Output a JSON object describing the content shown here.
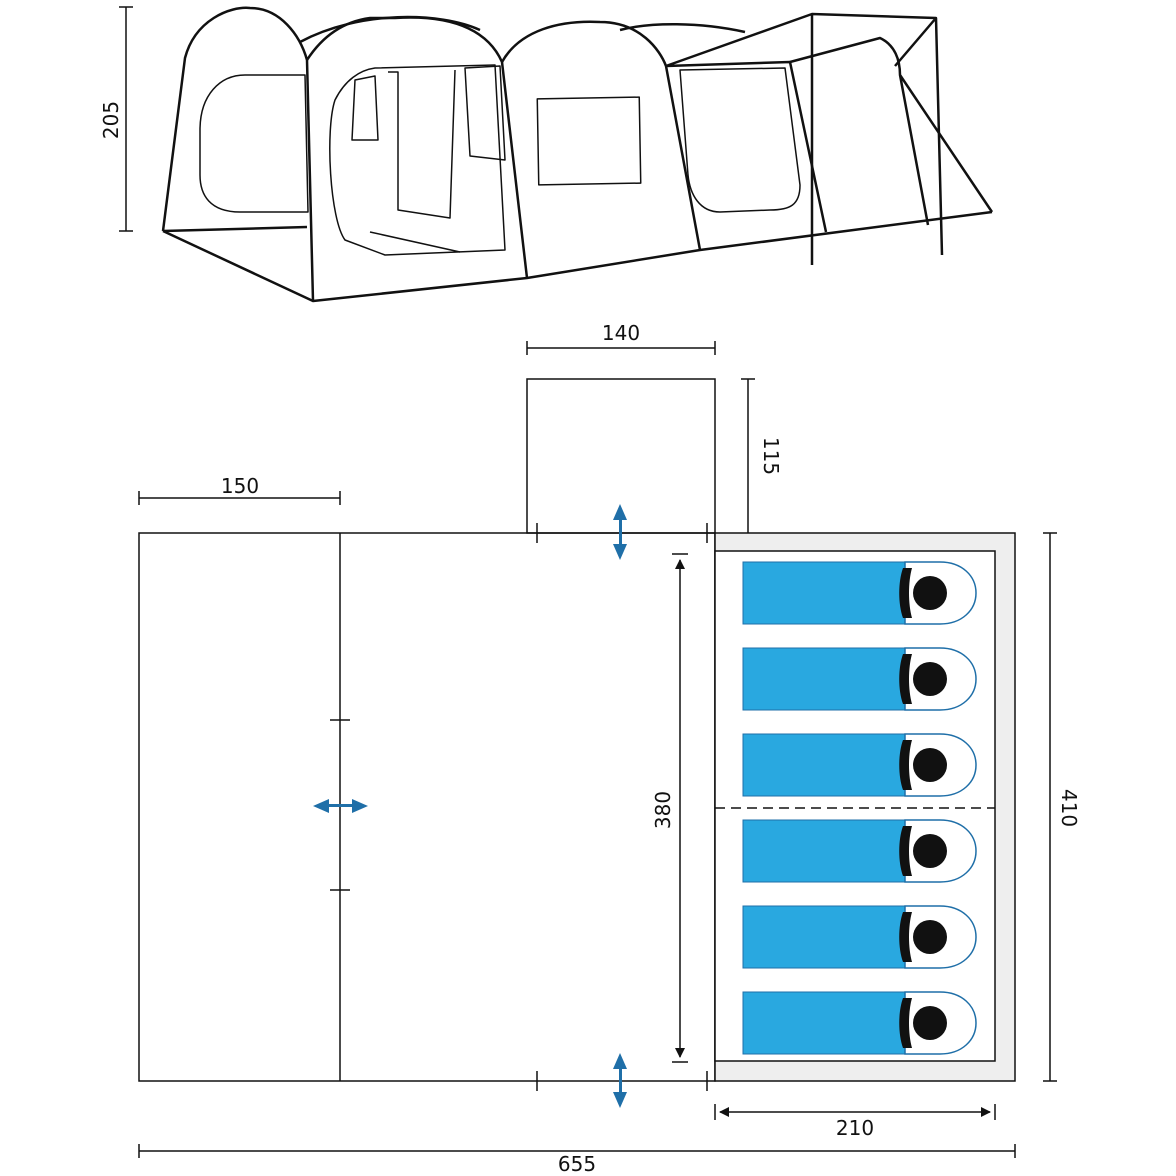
{
  "colors": {
    "ink": "#111111",
    "sleeping_bag": "#29a8e0",
    "bedroom_floor": "#eeeeee",
    "arrow": "#1f6fa8",
    "paper": "#ffffff"
  },
  "dimensions": {
    "tent_height": "205",
    "porch_width": "140",
    "porch_depth": "115",
    "front_section_width": "150",
    "inner_height": "380",
    "total_height": "410",
    "bedroom_width": "210",
    "total_length": "655"
  },
  "sleeping_bags": {
    "count": 6
  },
  "door_arrows": [
    "top-door",
    "bottom-door",
    "side-divider"
  ]
}
